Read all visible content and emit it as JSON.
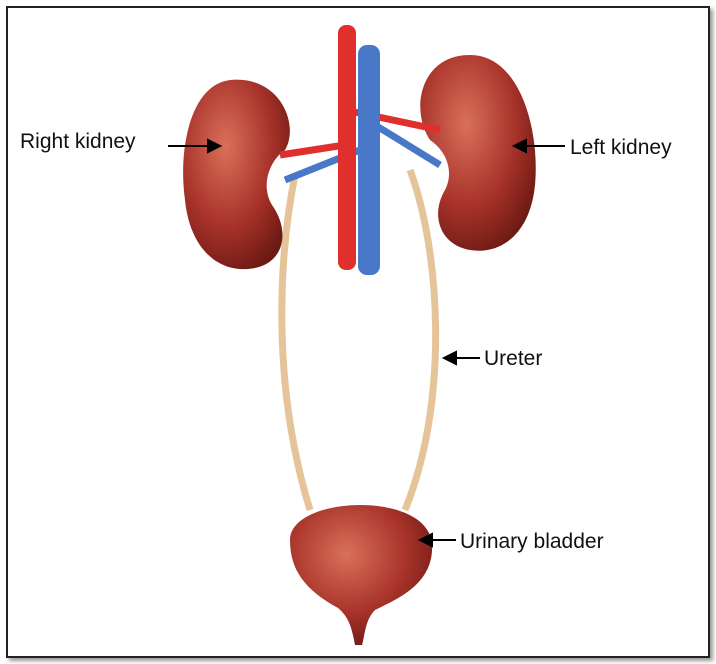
{
  "labels": {
    "right_kidney": "Right kidney",
    "left_kidney": "Left kidney",
    "ureter": "Ureter",
    "bladder": "Urinary bladder"
  },
  "colors": {
    "kidney": "#a8332a",
    "artery": "#e0302e",
    "vein": "#4a78c8",
    "ureter": "#e6c49a"
  }
}
